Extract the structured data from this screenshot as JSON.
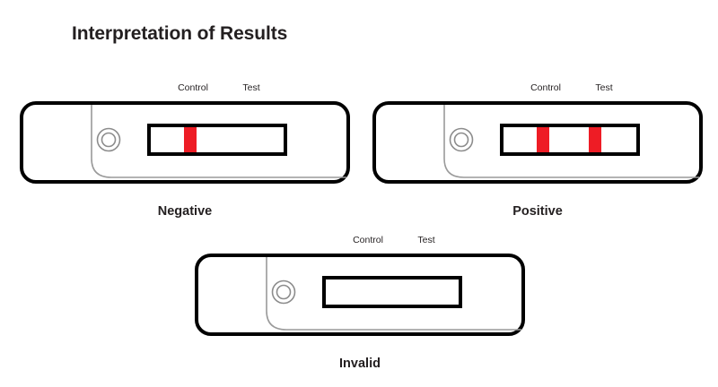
{
  "page": {
    "title": "Interpretation of Results",
    "background_color": "#ffffff",
    "ink_color": "#231f20",
    "band_color": "#ee1c25",
    "bevel_color": "#9a9a9a"
  },
  "labels": {
    "control": "Control",
    "test": "Test"
  },
  "cassettes": [
    {
      "id": "negative",
      "result_label": "Negative",
      "control_label": "Control",
      "test_label": "Test",
      "bands": [
        {
          "position": "control",
          "visible": true,
          "color": "#ee1c25"
        },
        {
          "position": "test",
          "visible": false,
          "color": "#ee1c25"
        }
      ],
      "band_count": 1,
      "window_empty": false
    },
    {
      "id": "positive",
      "result_label": "Positive",
      "control_label": "Control",
      "test_label": "Test",
      "bands": [
        {
          "position": "control",
          "visible": true,
          "color": "#ee1c25"
        },
        {
          "position": "test",
          "visible": true,
          "color": "#ee1c25"
        }
      ],
      "band_count": 2,
      "window_empty": false
    },
    {
      "id": "invalid",
      "result_label": "Invalid",
      "control_label": "Control",
      "test_label": "Test",
      "bands": [
        {
          "position": "control",
          "visible": false,
          "color": "#ee1c25"
        },
        {
          "position": "test",
          "visible": false,
          "color": "#ee1c25"
        }
      ],
      "band_count": 0,
      "window_empty": true
    }
  ]
}
